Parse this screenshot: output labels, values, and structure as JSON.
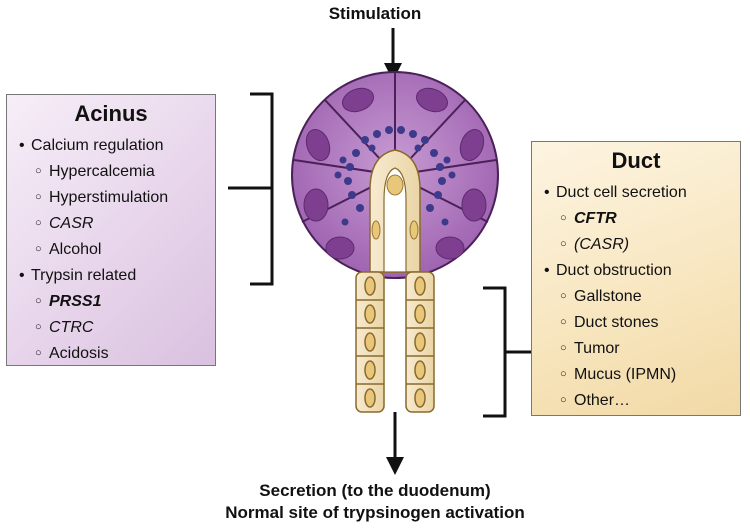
{
  "stimulation_label": "Stimulation",
  "bottom_line1": "Secretion (to the duodenum)",
  "bottom_line2": "Normal site of trypsinogen activation",
  "acinus": {
    "title": "Acinus",
    "groups": [
      {
        "label": "Calcium regulation",
        "items": [
          {
            "text": "Hypercalcemia",
            "style": "normal"
          },
          {
            "text": "Hyperstimulation",
            "style": "normal"
          },
          {
            "text": "CASR",
            "style": "italic"
          },
          {
            "text": "Alcohol",
            "style": "normal"
          }
        ]
      },
      {
        "label": "Trypsin related",
        "items": [
          {
            "text": "PRSS1",
            "style": "bold-italic"
          },
          {
            "text": "CTRC",
            "style": "italic"
          },
          {
            "text": "Acidosis",
            "style": "normal"
          }
        ]
      }
    ]
  },
  "duct": {
    "title": "Duct",
    "groups": [
      {
        "label": "Duct cell secretion",
        "items": [
          {
            "text": "CFTR",
            "style": "bold-italic"
          },
          {
            "text": "(CASR)",
            "style": "italic"
          }
        ]
      },
      {
        "label": "Duct obstruction",
        "items": [
          {
            "text": "Gallstone",
            "style": "normal"
          },
          {
            "text": "Duct stones",
            "style": "normal"
          },
          {
            "text": "Tumor",
            "style": "normal"
          },
          {
            "text": "Mucus (IPMN)",
            "style": "normal"
          },
          {
            "text": "Other…",
            "style": "normal"
          }
        ]
      }
    ]
  },
  "colors": {
    "acinar_cell": "#a56bb4",
    "acinar_nucleus": "#7e3f91",
    "zymogen_granule": "#3d3a8c",
    "duct_cell": "#f3e1b7",
    "duct_nucleus": "#e8c77a"
  }
}
